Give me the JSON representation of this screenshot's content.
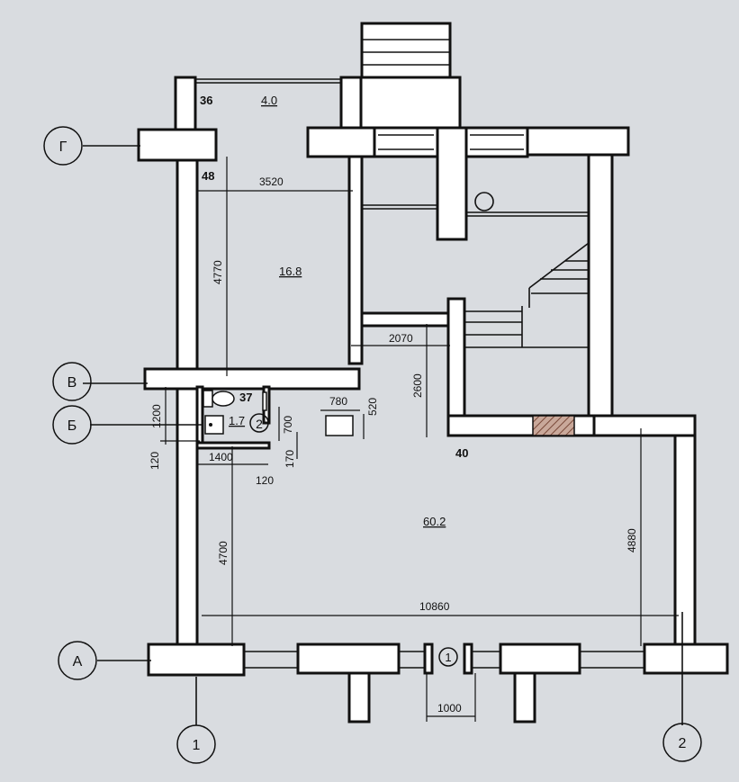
{
  "axes": {
    "rows": [
      "Г",
      "В",
      "Б",
      "А"
    ],
    "columns": [
      "1",
      "2"
    ]
  },
  "rooms": [
    {
      "number": "36",
      "area": "4.0"
    },
    {
      "number": "48",
      "area": "16.8"
    },
    {
      "number": "37",
      "area": "1.7"
    },
    {
      "number": "40",
      "area": "60.2"
    }
  ],
  "dimensions": {
    "room48_width": "3520",
    "room48_height": "4770",
    "corridor_width": "2070",
    "corridor_height": "2600",
    "wc_width": "1400",
    "wc_height": "1200",
    "wall_left": "120",
    "wall_bottom": "120",
    "wall_right": "170",
    "door_height": "700",
    "object_width": "780",
    "object_height": "520",
    "hall_width": "10860",
    "hall_height_left": "4700",
    "hall_height_right": "4880",
    "entrance_width": "1000"
  },
  "markers": {
    "wc_circle": "2",
    "entrance_circle": "1"
  },
  "colors": {
    "background": "#d9dce0",
    "wall_fill": "#ffffff",
    "line": "#111111",
    "hatch": "#7a4a3a"
  }
}
